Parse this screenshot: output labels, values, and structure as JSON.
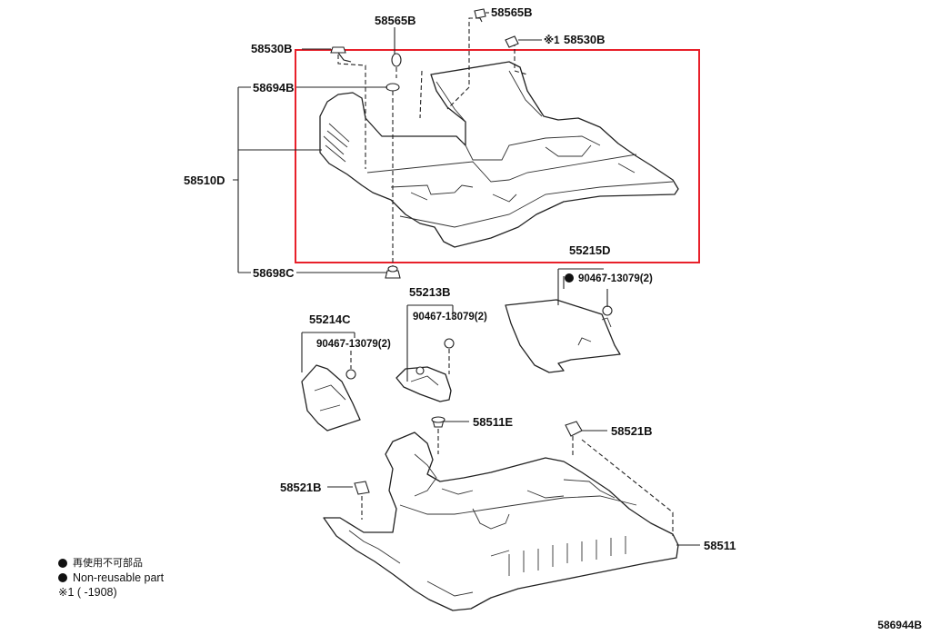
{
  "labels": {
    "p58565B_top": "58565B",
    "p58565B_mid": "58565B",
    "p58530B_left": "58530B",
    "p58530B_right": "58530B",
    "p58530B_note_mark": "※1",
    "p58694B": "58694B",
    "p58510D": "58510D",
    "p58698C": "58698C",
    "p55215D": "55215D",
    "p90467_13079_right": "90467-13079(2)",
    "p55213B": "55213B",
    "p90467_13079_mid": "90467-13079(2)",
    "p55214C": "55214C",
    "p90467_13079_left": "90467-13079(2)",
    "p58511E": "58511E",
    "p58521B_right": "58521B",
    "p58521B_left": "58521B",
    "p58511": "58511"
  },
  "legend": {
    "line1": "再使用不可部品",
    "line2": "Non-reusable part",
    "line3": "※1 (      -1908)"
  },
  "ref_code": "586944B",
  "colors": {
    "highlight_box": "#e8202a",
    "ink": "#222222"
  }
}
